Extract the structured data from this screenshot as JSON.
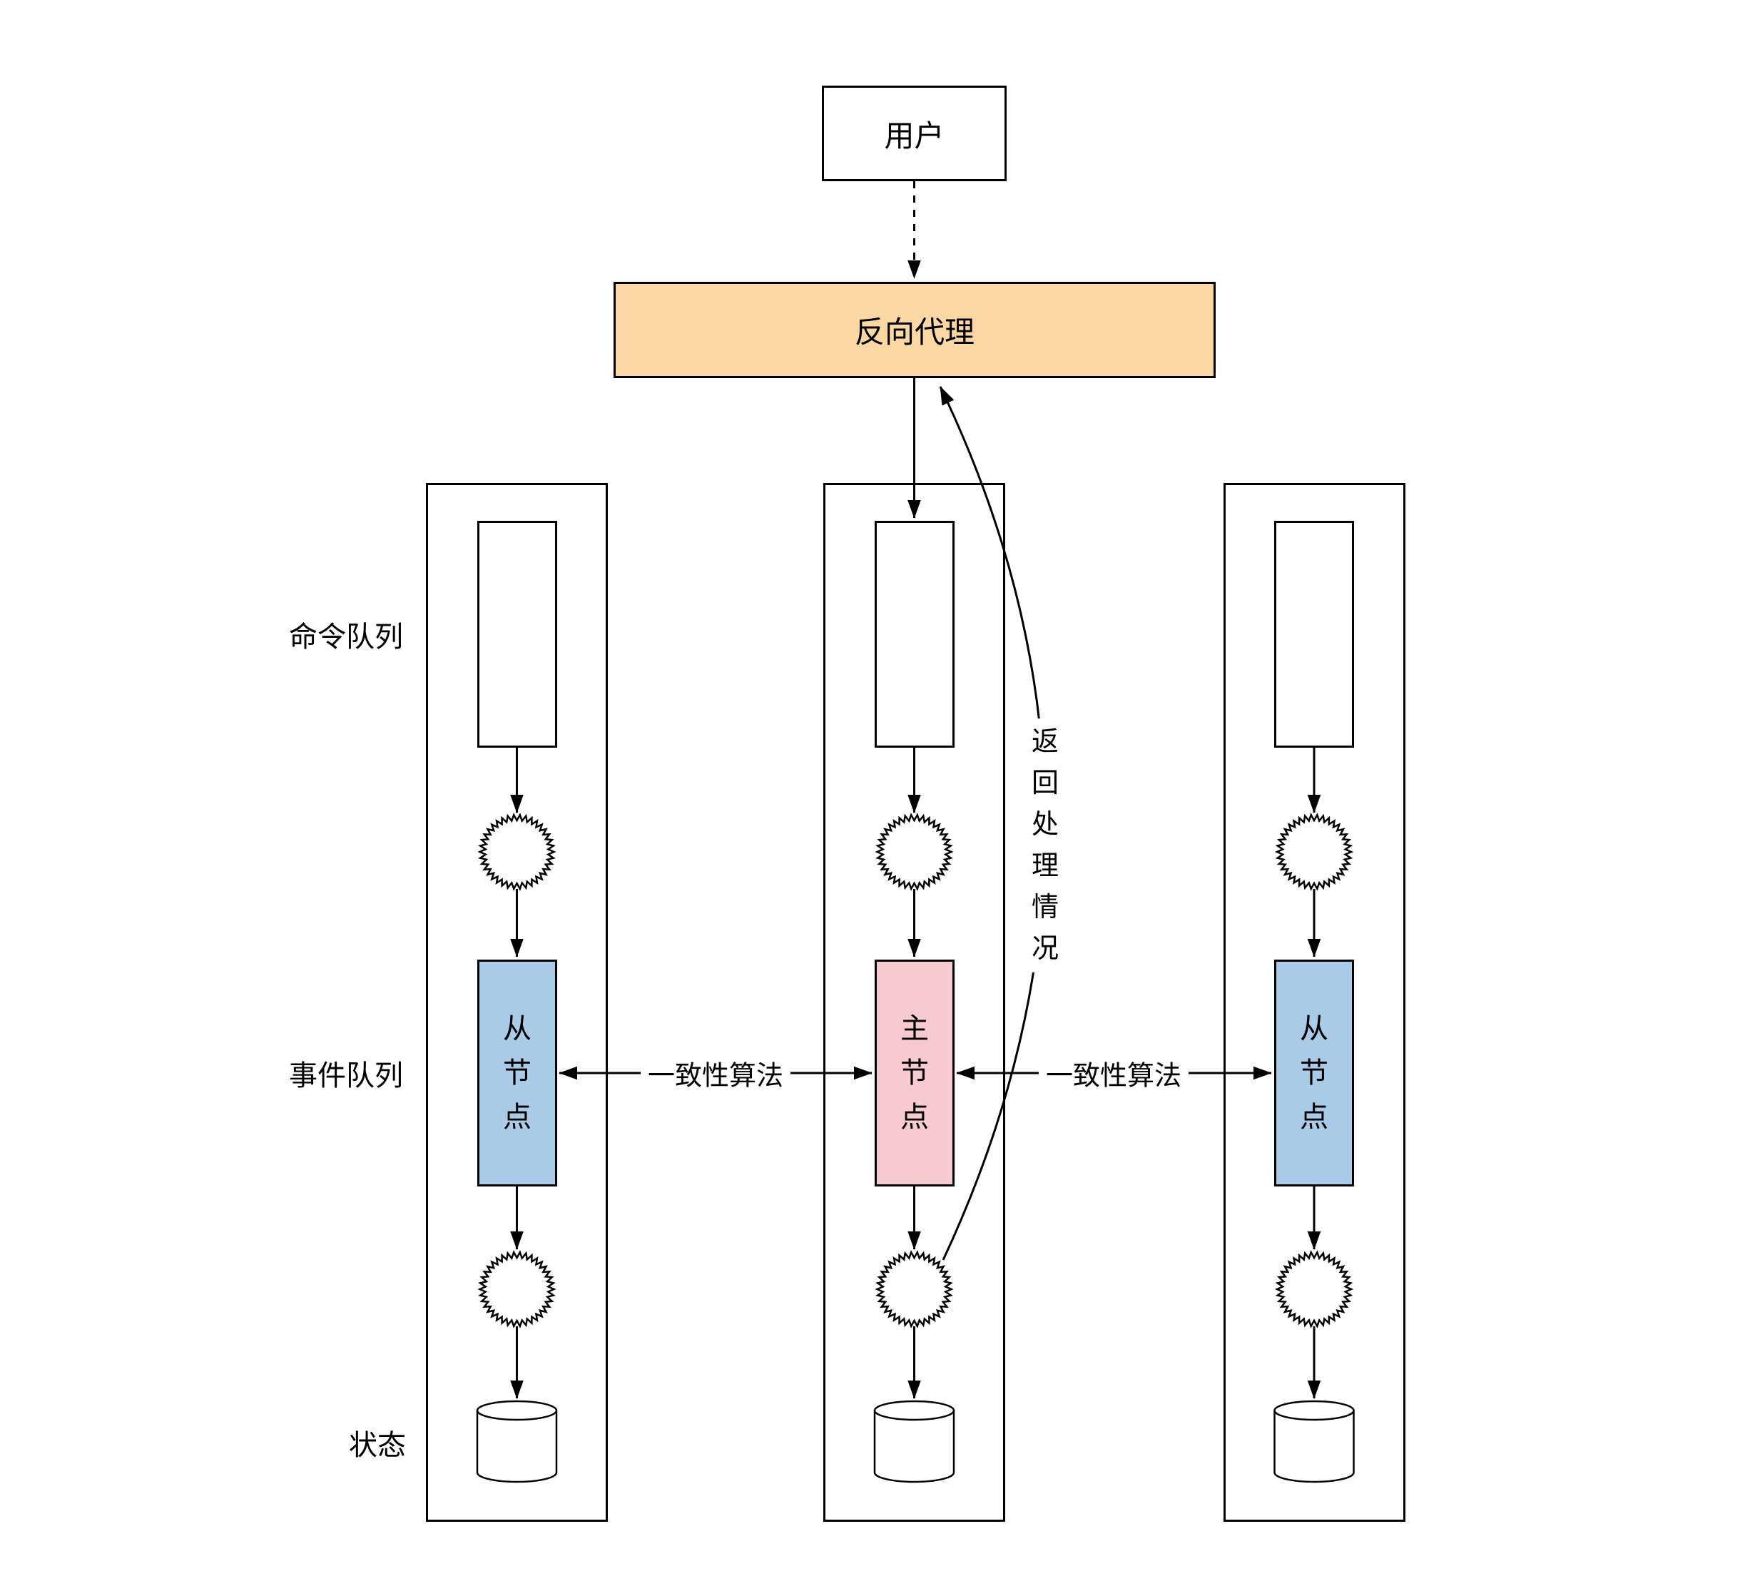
{
  "diagram": {
    "user_box": {
      "label": "用户"
    },
    "proxy_box": {
      "label": "反向代理"
    },
    "row_labels": {
      "command_queue": "命令队列",
      "event_queue": "事件队列",
      "state": "状态"
    },
    "consensus_label": "一致性算法",
    "return_label": "返\n回\n处\n理\n情\n况",
    "columns": [
      {
        "node_role": "slave",
        "node_label": "从\n节\n点"
      },
      {
        "node_role": "master",
        "node_label": "主\n节\n点"
      },
      {
        "node_role": "slave",
        "node_label": "从\n节\n点"
      }
    ],
    "colors": {
      "proxy_fill": "#FBD8A3",
      "master_fill": "#F7C9D1",
      "slave_fill": "#A9CBE8",
      "stroke": "#000000"
    }
  }
}
